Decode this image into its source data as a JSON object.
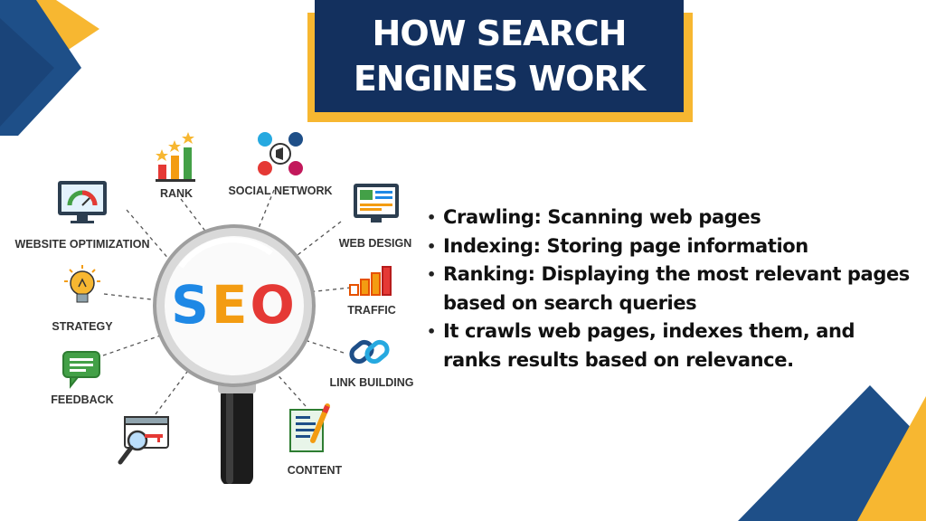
{
  "title": {
    "line1": "HOW SEARCH",
    "line2": "ENGINES WORK"
  },
  "graphic": {
    "center_text": "SEO",
    "labels": {
      "rank": "RANK",
      "social_network": "SOCIAL NETWORK",
      "website_optimization": "WEBSITE OPTIMIZATION",
      "web_design": "WEB DESIGN",
      "strategy": "STRATEGY",
      "traffic": "TRAFFIC",
      "feedback": "FEEDBACK",
      "link_building": "LINK BUILDING",
      "content": "CONTENT"
    },
    "icons": [
      "bar-chart-stars-icon",
      "social-media-icon",
      "gauge-monitor-icon",
      "web-design-monitor-icon",
      "lightbulb-icon",
      "traffic-bars-icon",
      "chat-bubble-icon",
      "chain-link-icon",
      "magnifier-key-icon",
      "document-pencil-icon",
      "magnifying-glass-icon"
    ]
  },
  "bullets": [
    "Crawling: Scanning web pages",
    "Indexing: Storing page information",
    "Ranking: Displaying the most relevant pages based on search queries",
    "It crawls web pages, indexes them, and ranks results based on relevance."
  ],
  "colors": {
    "navy": "#13305e",
    "blue": "#1e4f88",
    "yellow": "#f7b731",
    "seo_blue": "#1e88e5",
    "seo_orange": "#f39c12",
    "seo_red": "#e53935"
  }
}
